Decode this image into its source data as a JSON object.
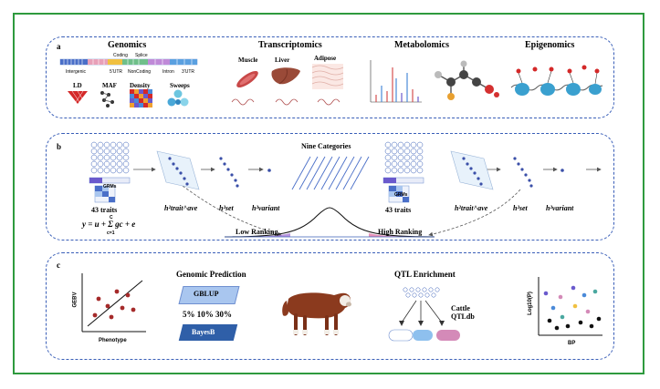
{
  "panel_a": {
    "letter": "a",
    "genomics": {
      "title": "Genomics",
      "track_labels": [
        "Coding",
        "Splice",
        "Intergenic",
        "5'UTR",
        "NonCoding",
        "Intron",
        "3'UTR"
      ],
      "features": [
        "LD",
        "MAF",
        "Density",
        "Sweeps"
      ]
    },
    "transcriptomics": {
      "title": "Transcriptomics",
      "tissues": [
        "Muscle",
        "Liver",
        "Adipose"
      ]
    },
    "metabolomics": {
      "title": "Metabolomics"
    },
    "epigenomics": {
      "title": "Epigenomics"
    }
  },
  "panel_b": {
    "letter": "b",
    "left_traits": "43 traits",
    "right_traits": "43 traits",
    "left_matrix": "GRMs",
    "right_matrix": "GRMs",
    "h_trait_left": "h²trait^ave",
    "h_set_left": "h²set",
    "h_variant_left": "h²variant",
    "h_trait_right": "h²trait^ave",
    "h_set_right": "h²set",
    "h_variant_right": "h²variant",
    "categories": "Nine Categories",
    "low": "Low Ranking",
    "high": "High Ranking",
    "equation": "y = u + Σ gc + e",
    "eq_upper": "C",
    "eq_lower": "c=1"
  },
  "panel_c": {
    "letter": "c",
    "scatter_left": {
      "ylabel": "GEBV",
      "xlabel": "Phenotype"
    },
    "prediction": {
      "title": "Genomic Prediction",
      "model1": "GBLUP",
      "percents": "5%  10%  30%",
      "model2": "BayesB"
    },
    "enrichment": {
      "title": "QTL Enrichment",
      "db_line1": "Cattle",
      "db_line2": "QTLdb"
    },
    "scatter_right": {
      "ylabel": "Log10(P)",
      "xlabel": "BP"
    }
  },
  "colors": {
    "frame": "#2e9a3e",
    "dashed": "#3a5fb8",
    "gblup": "#a9c6ef",
    "bayesb": "#2f5fa8",
    "points": "#a52a2a"
  }
}
